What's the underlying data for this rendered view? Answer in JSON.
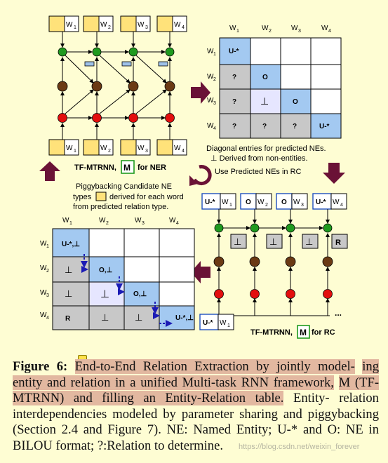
{
  "labels": {
    "w1": "W",
    "w2": "W",
    "w3": "W",
    "w4": "W",
    "s1": "1",
    "s2": "2",
    "s3": "3",
    "s4": "4",
    "u_star": "U-*",
    "o": "O",
    "q": "?",
    "perp": "⊥",
    "r": "R",
    "u_star_perp": "U-*,⊥",
    "o_perp": "O,⊥",
    "ellipsis": "..."
  },
  "ner_title_pre": "TF-MTRNN,",
  "ner_title_m": "M",
  "ner_title_post": "for NER",
  "rc_title_pre": "TF-MTRNN,",
  "rc_title_m": "M",
  "rc_title_post": "for RC",
  "note_diag1": "Diagonal entries for predicted NEs.",
  "note_diag2": "⊥ Derived from non-entities.",
  "note_use": "Use Predicted NEs in RC",
  "note_pig1": "Piggybacking Candidate NE",
  "note_pig2a": "types",
  "note_pig2b": "derived for each word",
  "note_pig3": "from predicted  relation type.",
  "caption": {
    "fig": "Figure 6:",
    "hl1": "End-to-End Relation Extraction by jointly model-",
    "hl2": "ing entity and relation in a unified Multi-task RNN framework,",
    "hl3": "M (TF-MTRNN) and filling an Entity-Relation table.",
    "rest1": " Entity-",
    "rest2": "relation interdependencies modeled by parameter sharing and piggybacking (Section 2.4 and Figure 7).  NE: Named Entity; U-* and O: NE in BILOU format; ?:Relation to determine."
  },
  "watermark": "https://blog.csdn.net/weixin_forever",
  "colors": {
    "green": "#1f9a1f",
    "brown": "#6b3a14",
    "red": "#e30e0e",
    "blue_cell": "#a3c9f1",
    "gray_cell": "#c8c8c8",
    "lavender_cell": "#e6e6ff",
    "purple_arrow": "#6a1236",
    "yellow_box": "#ffe27a",
    "blue_rect": "#9ec1e8"
  }
}
